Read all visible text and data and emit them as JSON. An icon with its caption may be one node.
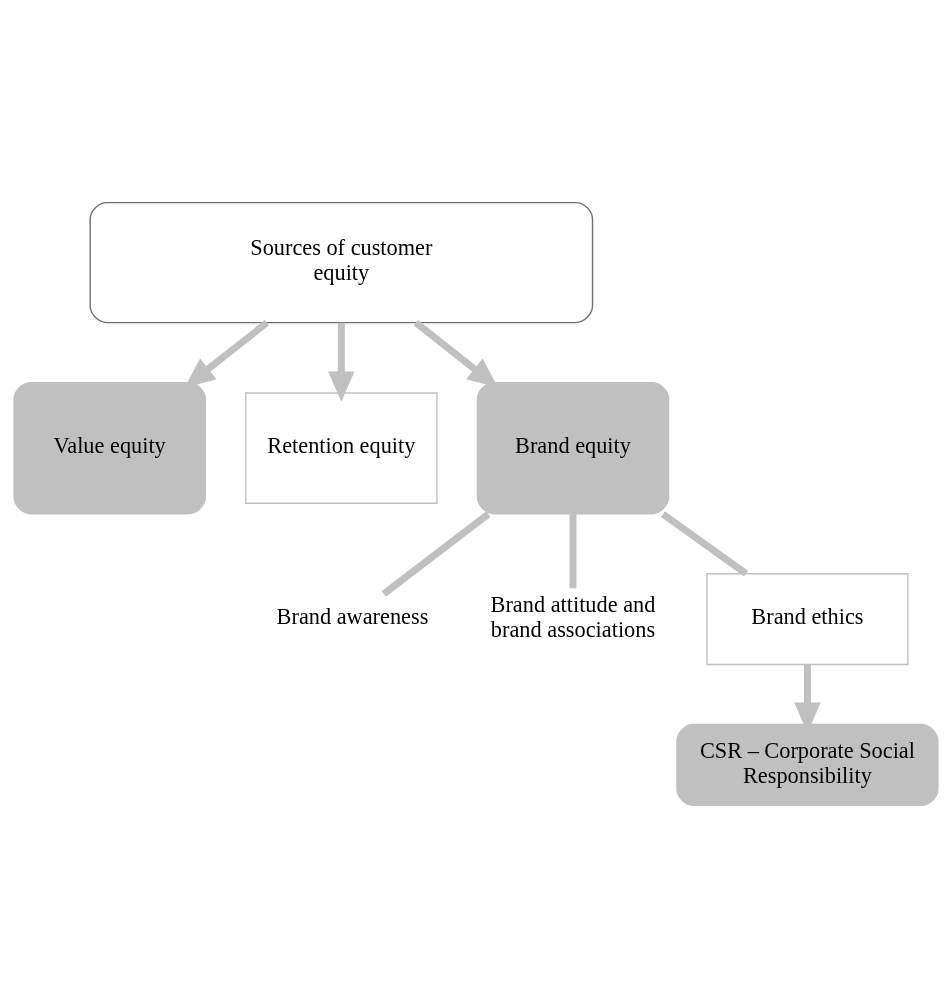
{
  "diagram": {
    "nodes": [
      {
        "text": [
          "Sources of customer equity"
        ]
      },
      {
        "text": [
          "Value equity"
        ]
      },
      {
        "text": [
          "Retention equity"
        ]
      },
      {
        "text": [
          "Brand equity"
        ]
      },
      {
        "text": [
          "Brand awareness"
        ]
      },
      {
        "text": [
          "Brand attitude and brand associations"
        ]
      },
      {
        "text": [
          "Brand ethics"
        ]
      },
      {
        "text": [
          "CSR – Corporate Social Responsibility"
        ]
      }
    ],
    "edges": [
      {
        "from": 0,
        "to": 1,
        "arrow": "to"
      },
      {
        "from": 0,
        "to": 2,
        "arrow": "to"
      },
      {
        "from": 0,
        "to": 3,
        "arrow": "to"
      },
      {
        "from": 3,
        "to": 4,
        "arrow": "none"
      },
      {
        "from": 3,
        "to": 5,
        "arrow": "none"
      },
      {
        "from": 3,
        "to": 6,
        "arrow": "none"
      },
      {
        "from": 6,
        "to": 7,
        "arrow": "to"
      }
    ]
  }
}
